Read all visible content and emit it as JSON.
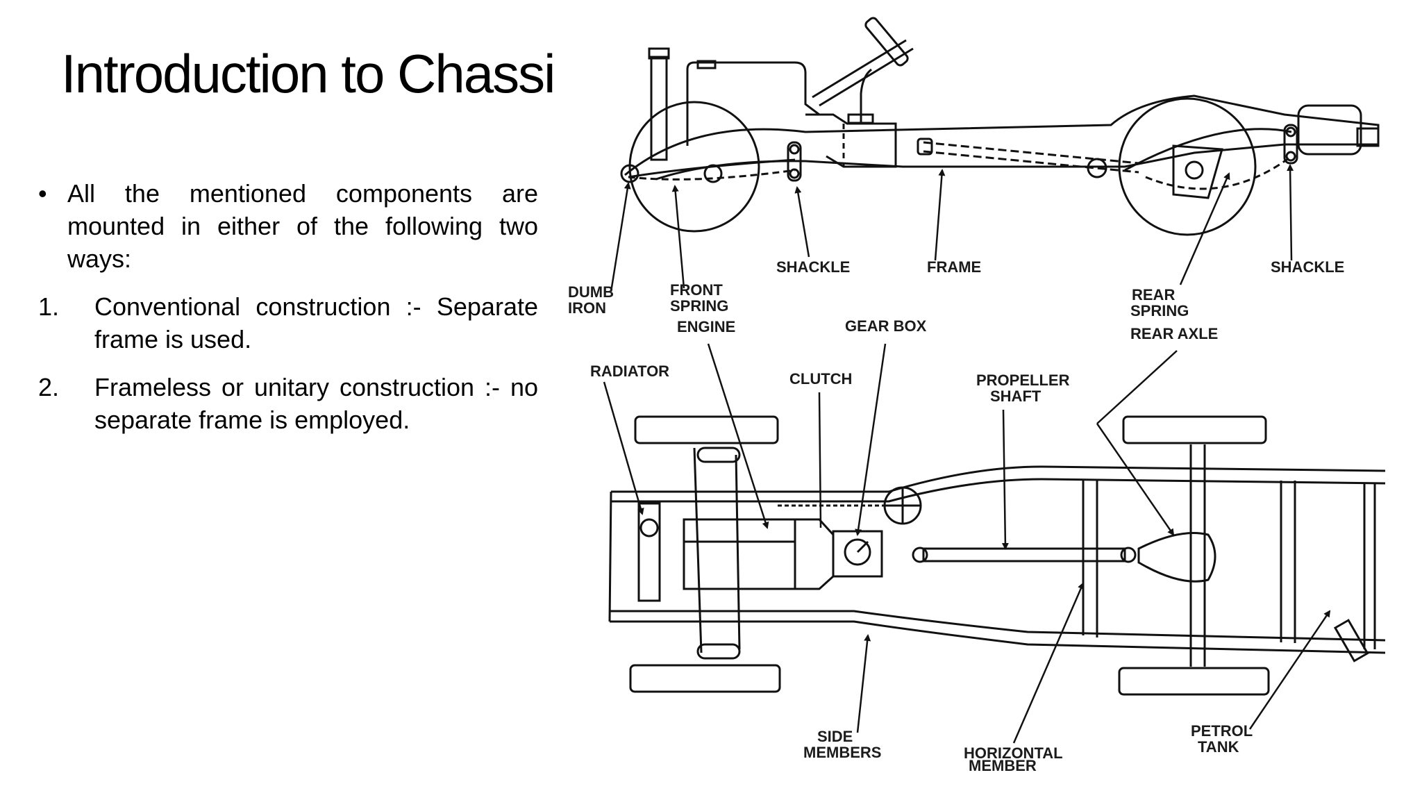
{
  "slide": {
    "title": "Introduction to Chassis",
    "bullet": {
      "marker": "•",
      "text": "All the mentioned components are mounted in either of the following two ways:"
    },
    "items": [
      {
        "marker": "1.",
        "text": "Conventional construction :- Separate frame is used."
      },
      {
        "marker": "2.",
        "text": "Frameless or unitary construction :- no separate frame is employed."
      }
    ]
  },
  "diagram": {
    "side_view_labels": {
      "dumb_iron": [
        "DUMB",
        "IRON"
      ],
      "front_spring": [
        "FRONT",
        "SPRING"
      ],
      "shackle_front": "SHACKLE",
      "frame": "FRAME",
      "rear_spring": [
        "REAR",
        "SPRING"
      ],
      "shackle_rear": "SHACKLE"
    },
    "top_view_labels": {
      "engine": "ENGINE",
      "gear_box": "GEAR BOX",
      "rear_axle": "REAR AXLE",
      "radiator": "RADIATOR",
      "clutch": "CLUTCH",
      "propeller_shaft": [
        "PROPELLER",
        "SHAFT"
      ],
      "side_members": [
        "SIDE",
        "MEMBERS"
      ],
      "horizontal_member": [
        "HORIZONTAL",
        "MEMBER"
      ],
      "petrol_tank": [
        "PETROL",
        "TANK"
      ]
    }
  }
}
